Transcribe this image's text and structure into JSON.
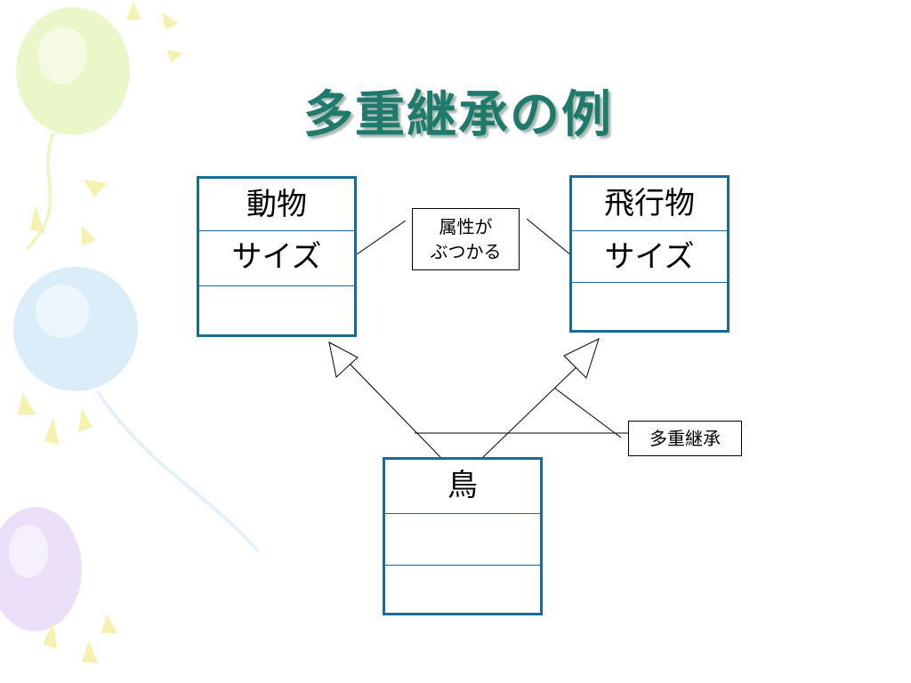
{
  "title": "多重継承の例",
  "classes": {
    "animal": {
      "name": "動物",
      "attribute": "サイズ"
    },
    "flyer": {
      "name": "飛行物",
      "attribute": "サイズ"
    },
    "bird": {
      "name": "鳥"
    }
  },
  "notes": {
    "conflict_line1": "属性が",
    "conflict_line2": "ぶつかる",
    "multiple_inheritance": "多重継承"
  },
  "colors": {
    "title": "#1f7a6c",
    "class_border": "#1a6c94",
    "balloon_green": "#e6f7c2",
    "balloon_blue": "#d8ecf9",
    "balloon_purple": "#eadcf9",
    "rays": "#f3f0a8"
  }
}
